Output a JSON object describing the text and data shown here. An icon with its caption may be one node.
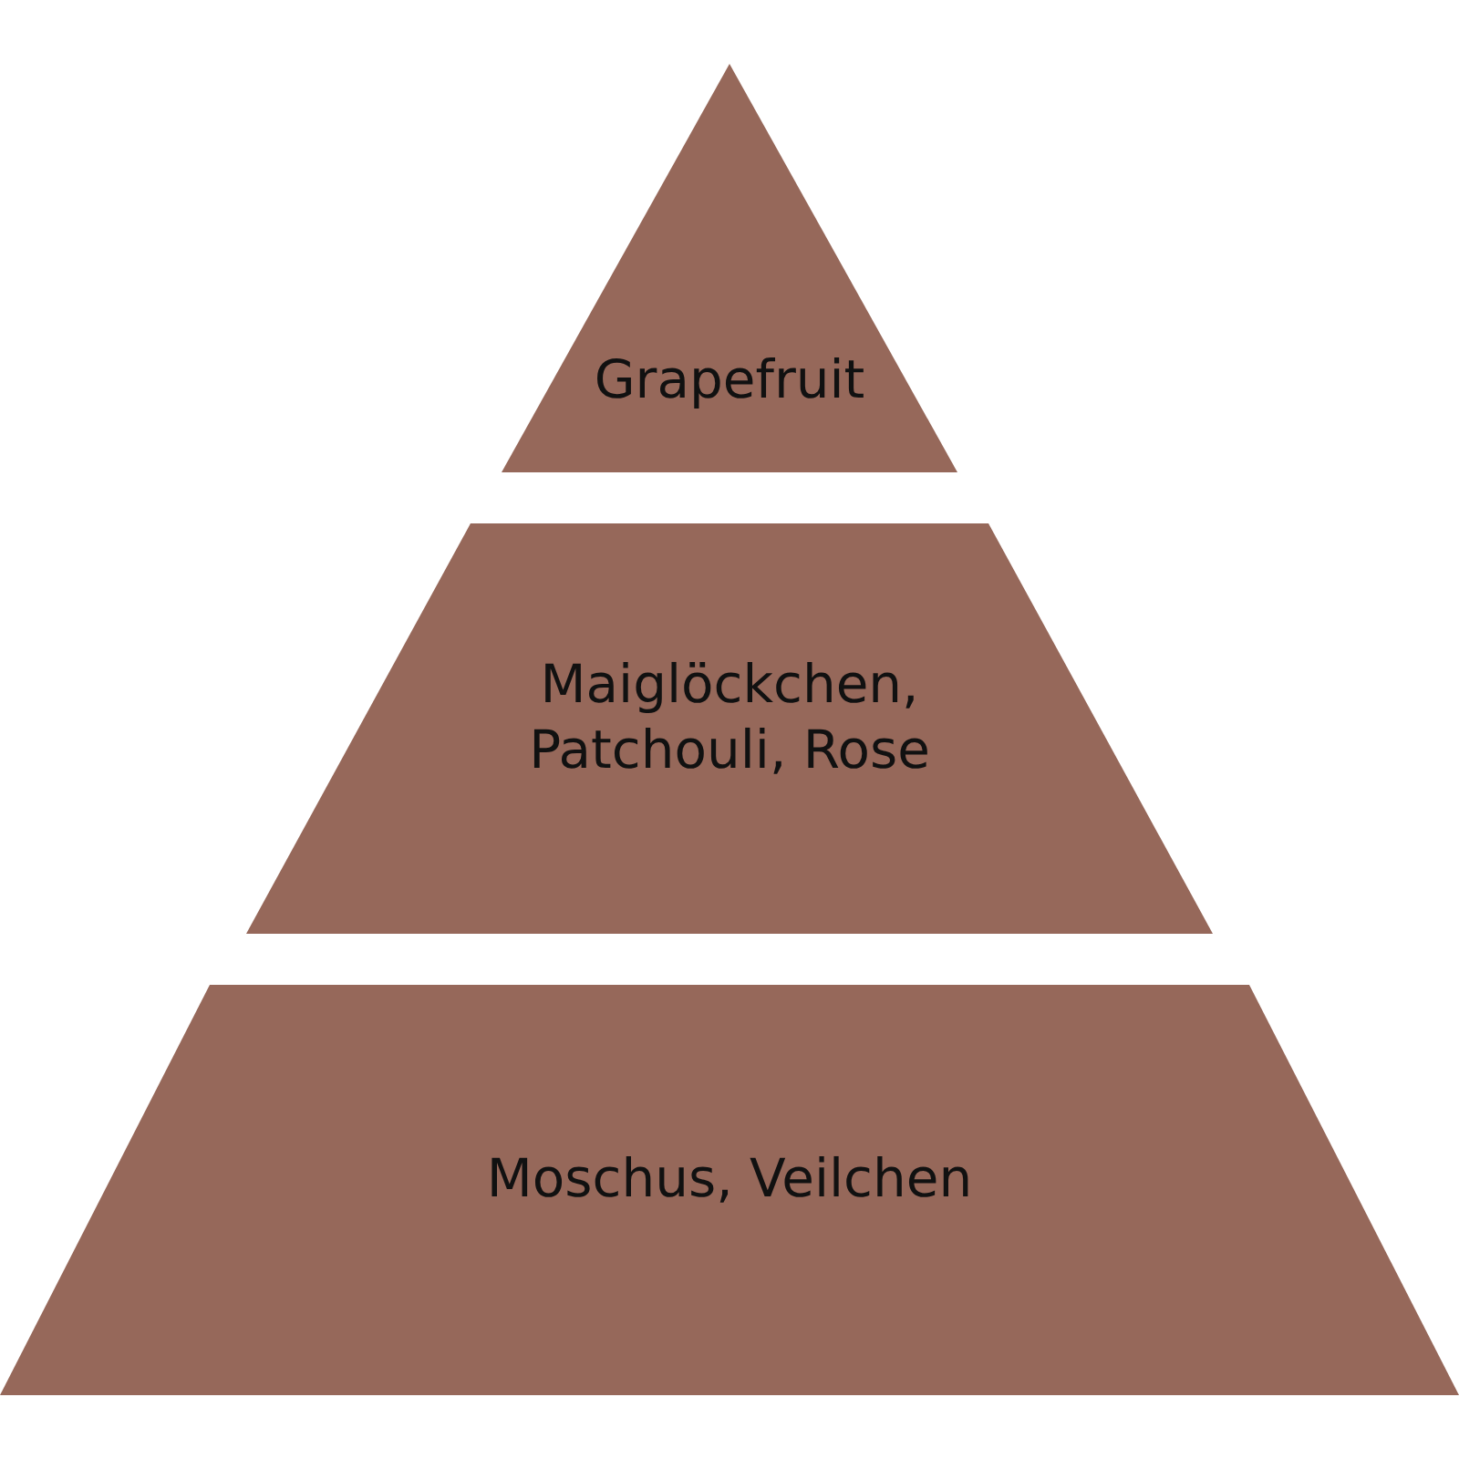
{
  "diagram": {
    "nodes": [
      {
        "text": [
          "Grapefruit"
        ]
      },
      {
        "text": [
          "Maiglöckchen, Patchouli, Rose"
        ]
      },
      {
        "text": [
          "Moschus, Veilchen"
        ]
      }
    ]
  }
}
